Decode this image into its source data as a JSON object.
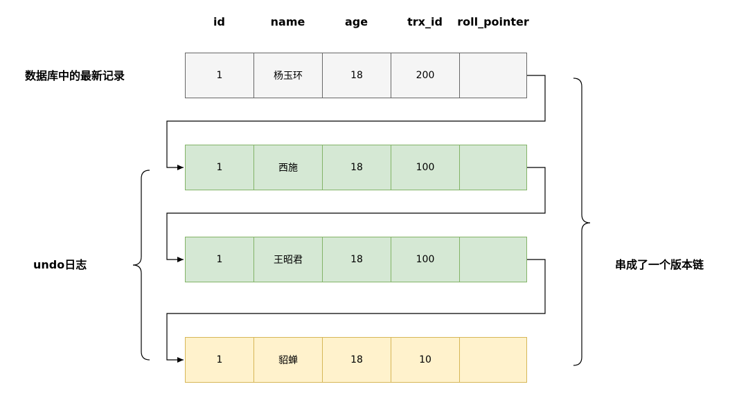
{
  "headers": [
    "id",
    "name",
    "age",
    "trx_id",
    "roll_pointer"
  ],
  "rows": [
    {
      "style": "gray",
      "cells": [
        "1",
        "杨玉环",
        "18",
        "200",
        ""
      ]
    },
    {
      "style": "green",
      "cells": [
        "1",
        "西施",
        "18",
        "100",
        ""
      ]
    },
    {
      "style": "green",
      "cells": [
        "1",
        "王昭君",
        "18",
        "100",
        ""
      ]
    },
    {
      "style": "yellow",
      "cells": [
        "1",
        "貂蝉",
        "18",
        "10",
        ""
      ]
    }
  ],
  "labels": {
    "latest": "数据库中的最新记录",
    "undo": "undo日志",
    "chain": "串成了一个版本链"
  },
  "colors": {
    "gray_fill": "#f5f5f5",
    "gray_border": "#666666",
    "green_fill": "#d5e8d4",
    "green_border": "#82b366",
    "yellow_fill": "#fff2cc",
    "yellow_border": "#d6b656"
  }
}
